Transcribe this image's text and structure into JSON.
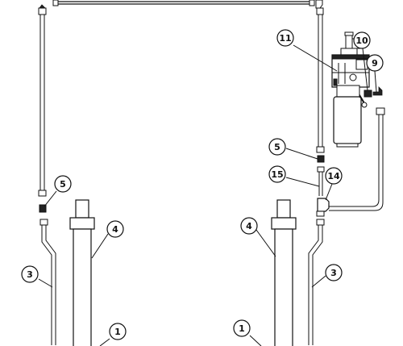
{
  "callouts": [
    {
      "id": "c11",
      "label": "11"
    },
    {
      "id": "c10",
      "label": "10"
    },
    {
      "id": "c9",
      "label": "9"
    },
    {
      "id": "c5a",
      "label": "5"
    },
    {
      "id": "c15",
      "label": "15"
    },
    {
      "id": "c14",
      "label": "14"
    },
    {
      "id": "c5b",
      "label": "5"
    },
    {
      "id": "c4a",
      "label": "4"
    },
    {
      "id": "c4b",
      "label": "4"
    },
    {
      "id": "c3a",
      "label": "3"
    },
    {
      "id": "c3b",
      "label": "3"
    },
    {
      "id": "c1a",
      "label": "1"
    },
    {
      "id": "c1b",
      "label": "1"
    }
  ]
}
